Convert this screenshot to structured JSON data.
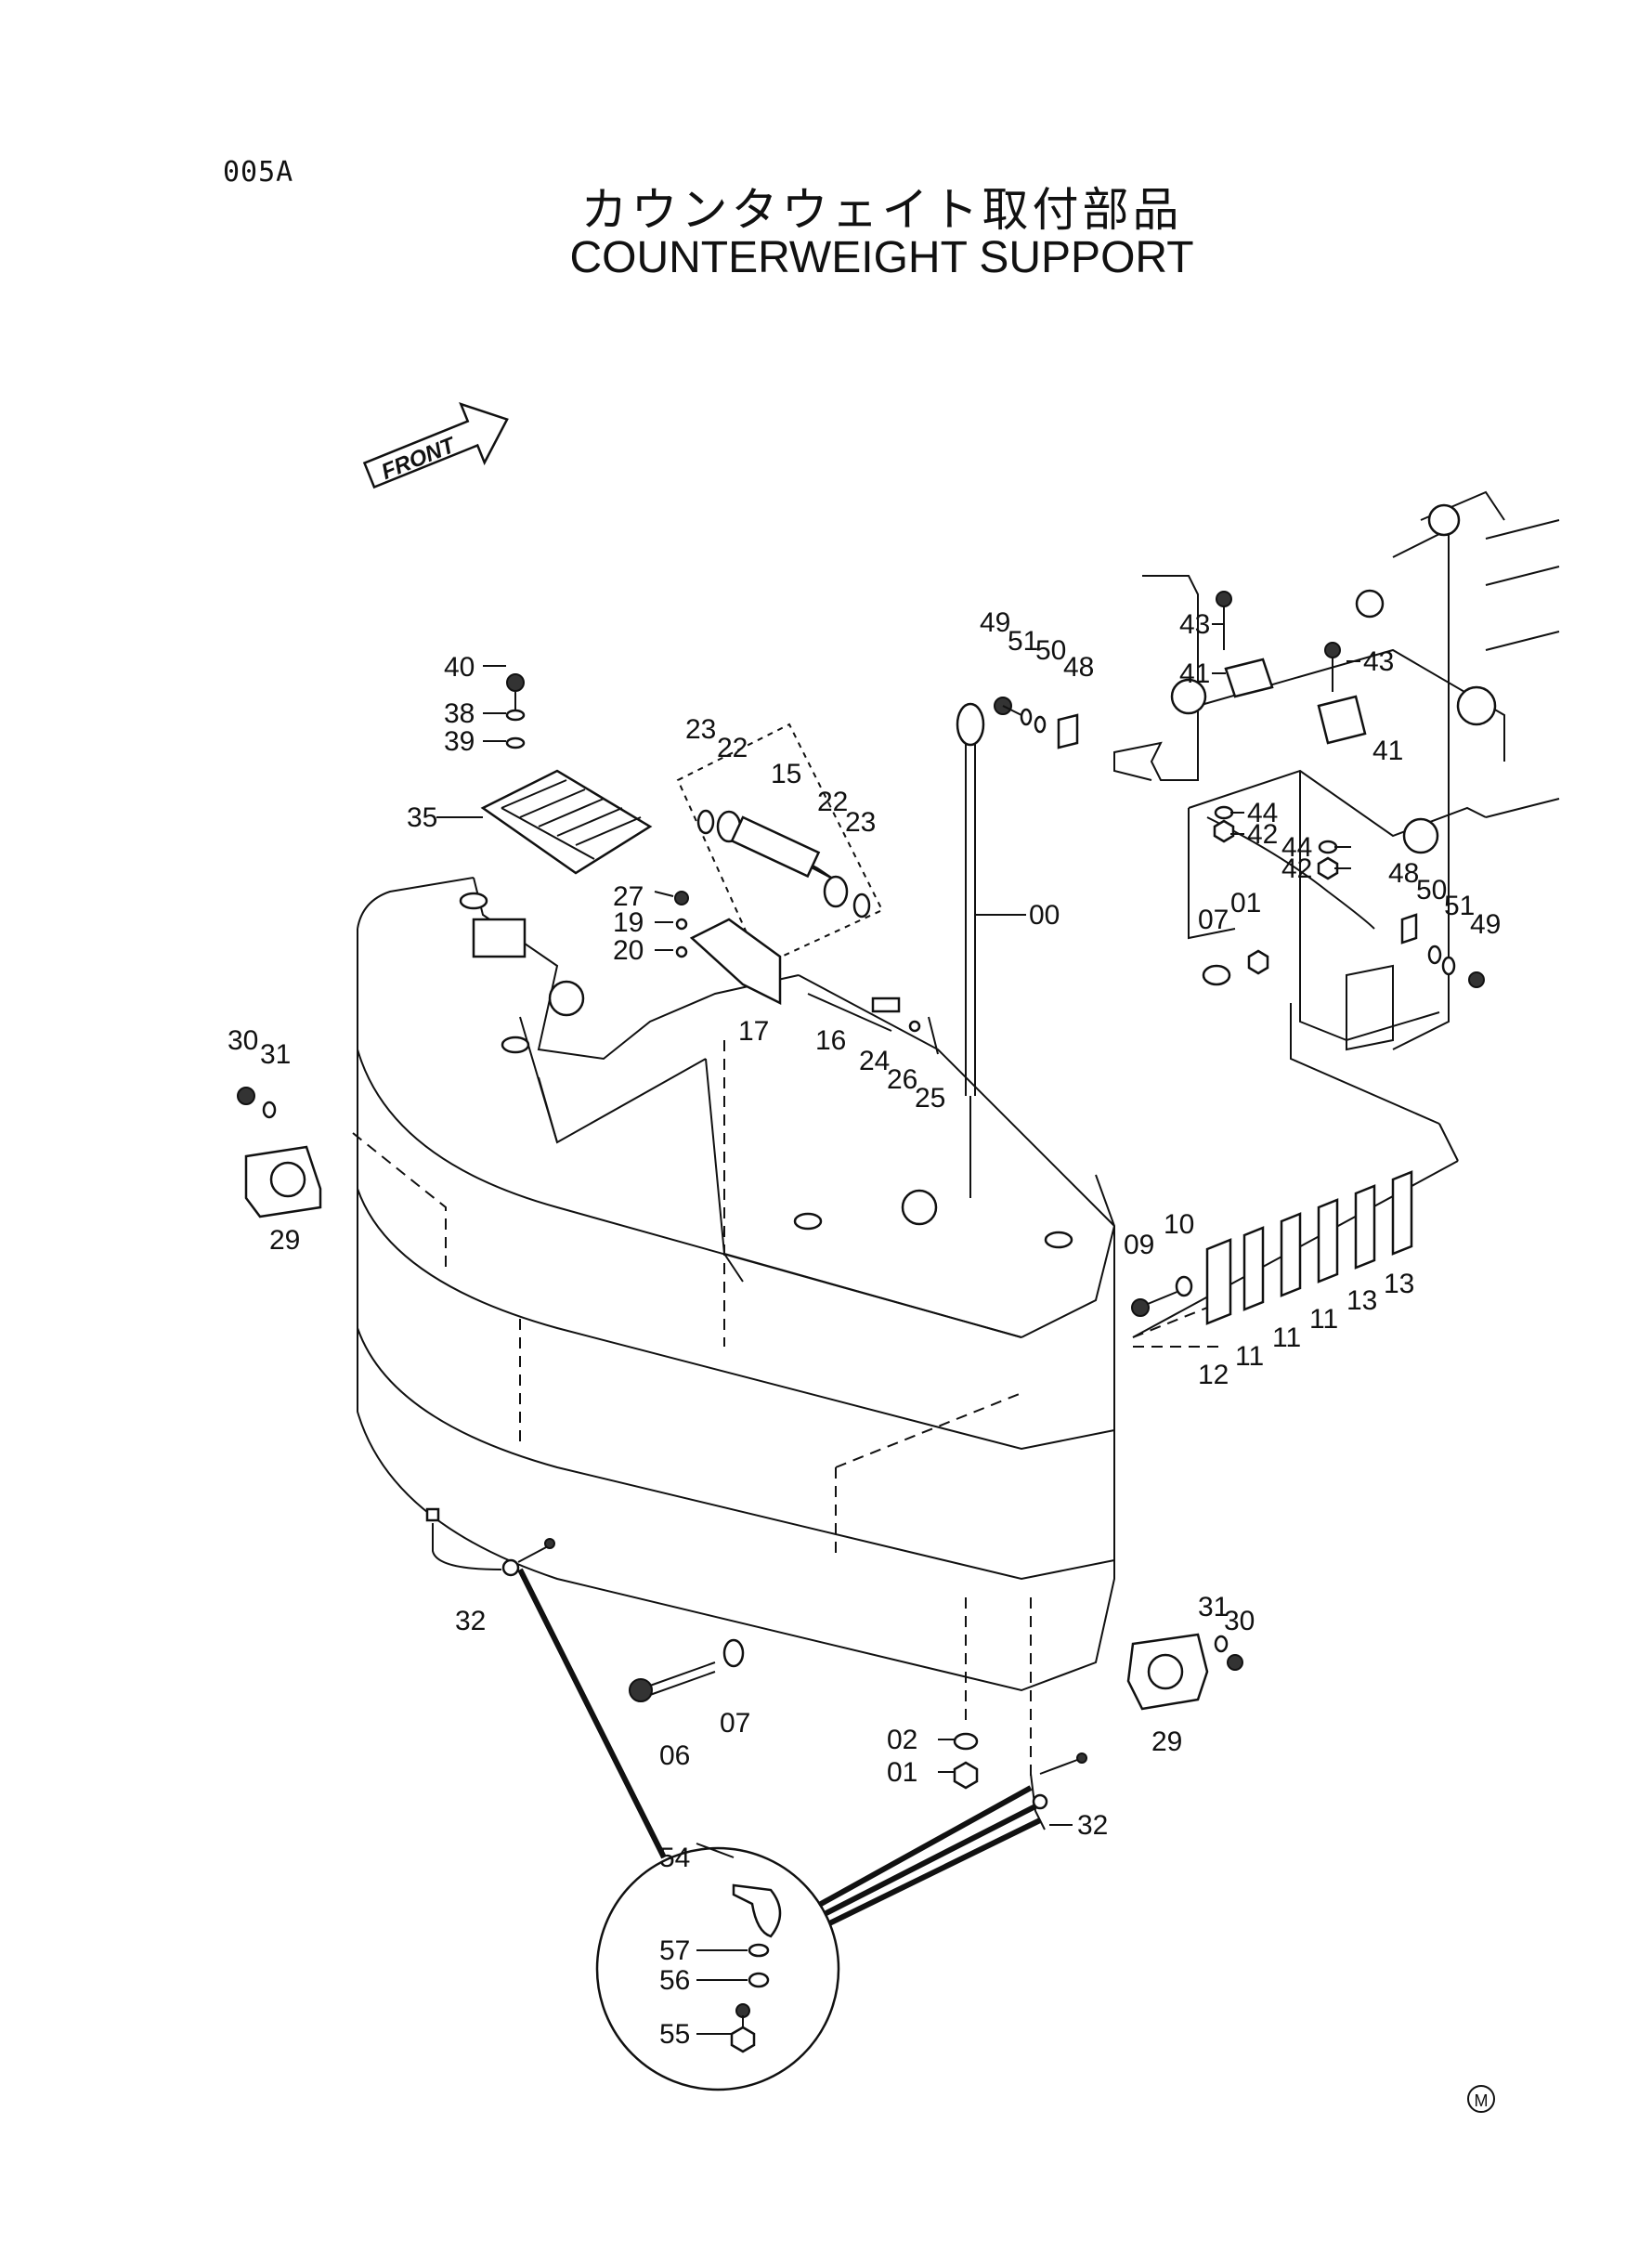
{
  "page_code": "005A",
  "title_jp": "カウンタウェイト取付部品",
  "title_en": "COUNTERWEIGHT  SUPPORT",
  "front_label": "FRONT",
  "corner_mark": "M",
  "callouts": [
    "40",
    "38",
    "39",
    "35",
    "23",
    "22",
    "15",
    "22",
    "23",
    "27",
    "19",
    "20",
    "17",
    "16",
    "24",
    "26",
    "25",
    "00",
    "49",
    "51",
    "50",
    "48",
    "43",
    "41",
    "43",
    "41",
    "44",
    "42",
    "44",
    "42",
    "48",
    "50",
    "51",
    "49",
    "07",
    "01",
    "30",
    "31",
    "29",
    "09",
    "10",
    "12",
    "11",
    "11",
    "11",
    "13",
    "13",
    "32",
    "06",
    "07",
    "02",
    "01",
    "31",
    "30",
    "29",
    "32",
    "54",
    "57",
    "56",
    "55"
  ]
}
